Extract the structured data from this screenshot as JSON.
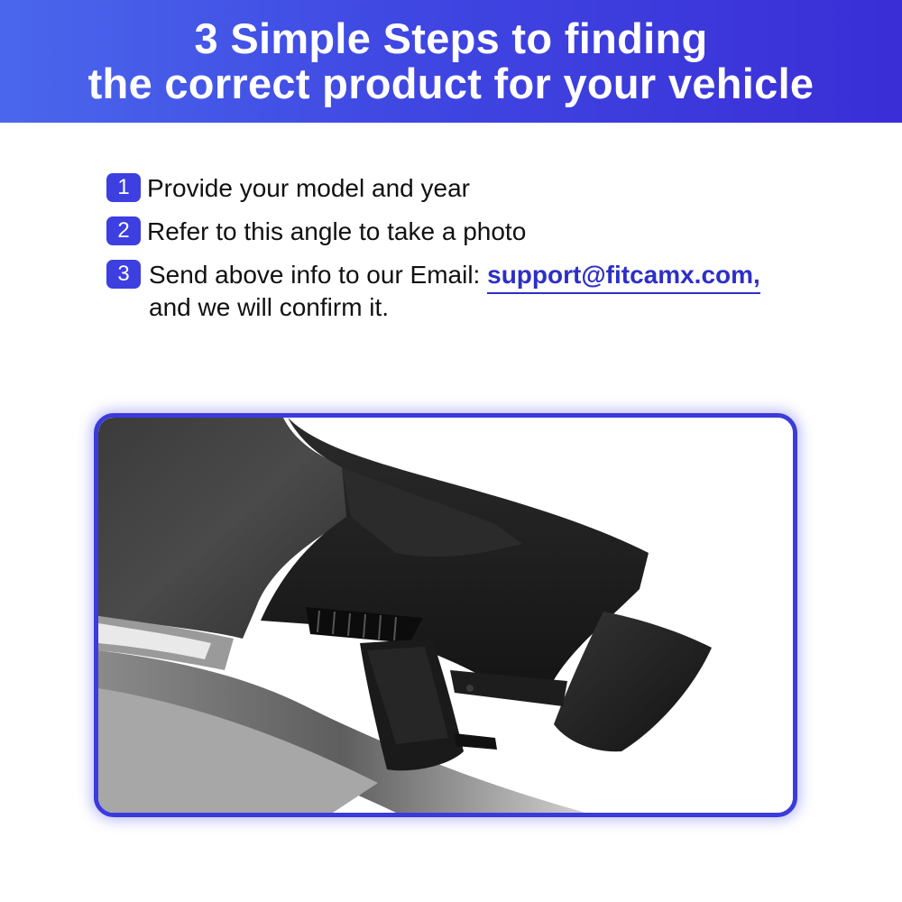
{
  "header": {
    "title_line1": "3 Simple Steps to finding",
    "title_line2": "the correct product for your vehicle"
  },
  "steps": [
    {
      "number": "1",
      "text": "Provide your model and year"
    },
    {
      "number": "2",
      "text": "Refer to this angle to take a photo"
    },
    {
      "number": "3",
      "text": "Send above info to our Email: ",
      "email": "support@fitcamx.com,",
      "text_line2": "and we will confirm it."
    }
  ],
  "colors": {
    "banner_start": "#4a67ec",
    "banner_end": "#3a2ed6",
    "badge": "#3d3fe0",
    "email": "#2d2fc8",
    "frame_border": "#3b3bdb"
  },
  "photo": {
    "icon": "dashcam-photo-icon"
  }
}
